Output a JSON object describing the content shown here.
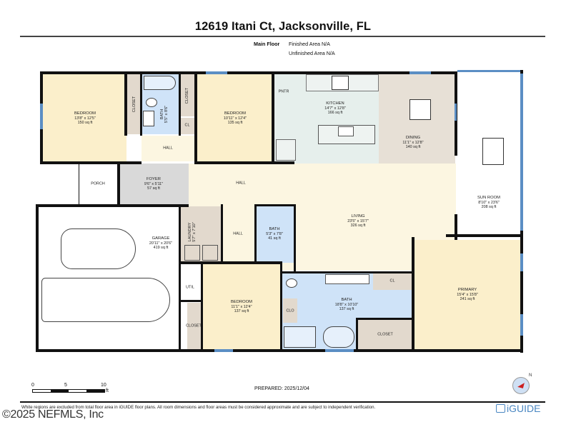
{
  "header": {
    "title": "12619 Itani Ct, Jacksonville, FL",
    "floor_label": "Main Floor",
    "finished_area": "Finished Area N/A",
    "unfinished_area": "Unfinished Area N/A"
  },
  "colors": {
    "wall": "#111111",
    "window": "#5b8ec4",
    "bedroom": "#fbefcb",
    "hall": "#fcf6e1",
    "bath": "#cfe3f8",
    "closet": "#e2d9cd",
    "kitchen": "#e6efec",
    "dining": "#e7e0d6",
    "foyer": "#d9d9d9",
    "unfinished": "#ffffff",
    "brand": "#4a87c2",
    "compass_arrow": "#cc1f1f"
  },
  "rooms": {
    "bedroom1": {
      "name": "BEDROOM",
      "dims": "13'8\" x 12'5\"",
      "area": "150 sq ft"
    },
    "closet1": {
      "name": "CLOSET"
    },
    "bath1": {
      "name": "BATH",
      "dims": "5'5\" x 8'6\""
    },
    "closet2": {
      "name": "CLOSET"
    },
    "cl1": {
      "name": "CL"
    },
    "hall1": {
      "name": "HALL"
    },
    "bedroom2": {
      "name": "BEDROOM",
      "dims": "10'11\" x 12'4\"",
      "area": "135 sq ft"
    },
    "pantry": {
      "name": "PNTR"
    },
    "kitchen": {
      "name": "KITCHEN",
      "dims": "14'7\" x 12'8\"",
      "area": "166 sq ft"
    },
    "dining": {
      "name": "DINING",
      "dims": "11'1\" x 12'8\"",
      "area": "140 sq ft"
    },
    "sunroom": {
      "name": "SUN ROOM",
      "dims": "8'10\" x 23'6\"",
      "area": "208 sq ft"
    },
    "porch": {
      "name": "PORCH"
    },
    "foyer": {
      "name": "FOYER",
      "dims": "9'6\" x 5'11\"",
      "area": "57 sq ft"
    },
    "hall2": {
      "name": "HALL"
    },
    "living": {
      "name": "LIVING",
      "dims": "23'5\" x 15'7\"",
      "area": "326 sq ft"
    },
    "garage": {
      "name": "GARAGE",
      "dims": "20'11\" x 20'6\"",
      "area": "419 sq ft"
    },
    "laundry": {
      "name": "LAUNDRY",
      "dims": "5'7\" x 7'10\""
    },
    "hall3": {
      "name": "HALL"
    },
    "bath2": {
      "name": "BATH",
      "dims": "5'3\" x 7'8\"",
      "area": "41 sq ft"
    },
    "util": {
      "name": "UTIL"
    },
    "closet3": {
      "name": "CLOSET"
    },
    "bedroom3": {
      "name": "BEDROOM",
      "dims": "11'1\" x 12'4\"",
      "area": "137 sq ft"
    },
    "clo": {
      "name": "CLO"
    },
    "bath3": {
      "name": "BATH",
      "dims": "18'8\" x 10'10\"",
      "area": "137 sq ft"
    },
    "cl2": {
      "name": "CL"
    },
    "closet4": {
      "name": "CLOSET"
    },
    "primary": {
      "name": "PRIMARY",
      "dims": "15'4\" x 15'8\"",
      "area": "241 sq ft"
    }
  },
  "scale": {
    "t0": "0",
    "t5": "5",
    "t10": "10",
    "unit": "ft"
  },
  "footer": {
    "prepared": "PREPARED: 2025/12/04",
    "disclaimer": "White regions are excluded from total floor area in iGUIDE floor plans. All room dimensions and floor areas must be considered approximate and are subject to independent verification.",
    "copyright": "©2025 NEFMLS, Inc",
    "brand": "iGUIDE",
    "compass_north": "N"
  }
}
